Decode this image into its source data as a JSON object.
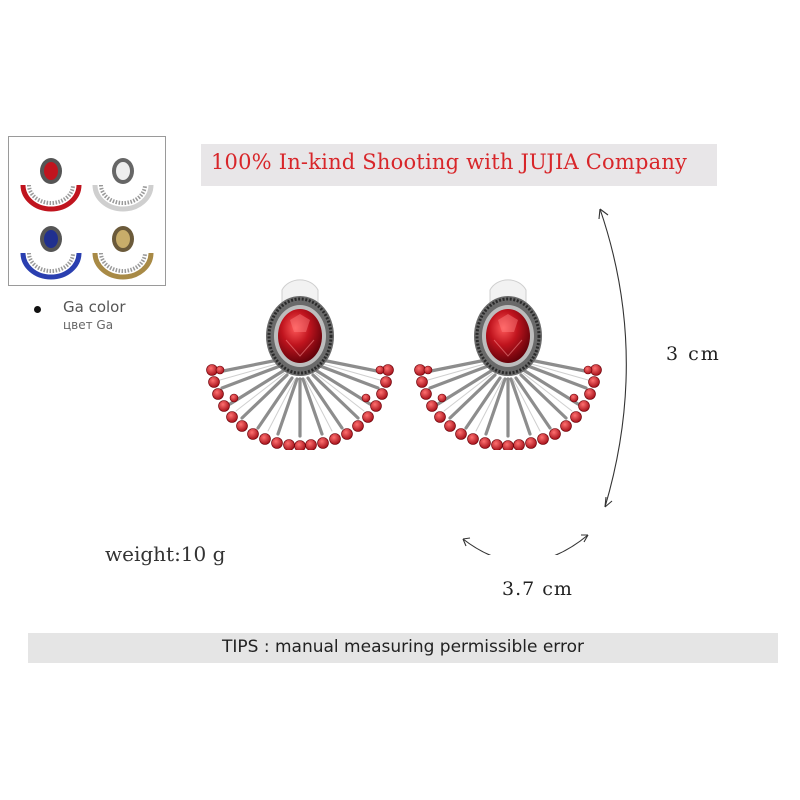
{
  "thumbnails": {
    "variants": [
      {
        "name": "red",
        "stone": "#c0141e",
        "fan": "#c0141e"
      },
      {
        "name": "clear",
        "stone": "#e6e6e6",
        "fan": "#cfcfcf"
      },
      {
        "name": "blue",
        "stone": "#20308f",
        "fan": "#2a3fb0"
      },
      {
        "name": "champagne",
        "stone": "#c8ad6a",
        "fan": "#a88a46"
      }
    ]
  },
  "color_option": {
    "label": "Ga color",
    "label_ru": "цвет Ga"
  },
  "banner": {
    "text": "100% In-kind Shooting with JUJIA Company",
    "text_color": "#d8262a"
  },
  "dimensions": {
    "height_label": "3 cm",
    "width_label": "3.7 cm"
  },
  "weight": {
    "label": "weight:10 g"
  },
  "tips": {
    "text": "TIPS : manual measuring permissible error"
  },
  "colors": {
    "stone_red": "#c0141e",
    "metal": "#8a8a8a",
    "banner_bg": "#e8e6e8",
    "tips_bg": "#e5e5e5"
  }
}
